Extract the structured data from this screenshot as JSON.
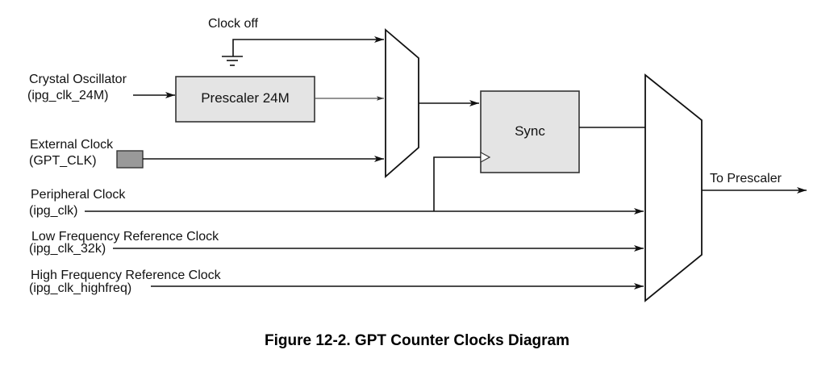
{
  "diagram": {
    "inputs": {
      "clock_off": {
        "label": "Clock off"
      },
      "crystal_osc": {
        "label_line1": "Crystal Oscillator",
        "label_line2": "(ipg_clk_24M)"
      },
      "external_clock": {
        "label_line1": "External Clock",
        "label_line2": "(GPT_CLK)"
      },
      "peripheral_clock": {
        "label_line1": "Peripheral Clock",
        "label_line2": "(ipg_clk)"
      },
      "low_freq_ref": {
        "label_line1": "Low Frequency Reference Clock",
        "label_line2": "(ipg_clk_32k)"
      },
      "high_freq_ref": {
        "label_line1": "High Frequency Reference Clock",
        "label_line2": "(ipg_clk_highfreq)"
      }
    },
    "blocks": {
      "prescaler_24m": "Prescaler 24M",
      "sync": "Sync"
    },
    "output": {
      "label": "To Prescaler"
    },
    "colors": {
      "block_fill": "#e4e4e4",
      "pad_fill": "#999999",
      "line": "#111111"
    }
  },
  "caption": "Figure 12-2. GPT Counter Clocks Diagram"
}
